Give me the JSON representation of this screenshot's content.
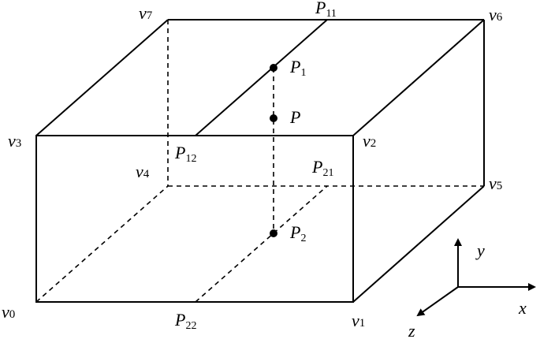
{
  "vertices": {
    "v0": {
      "base": "v",
      "sub": "0"
    },
    "v1": {
      "base": "v",
      "sub": "1"
    },
    "v2": {
      "base": "v",
      "sub": "2"
    },
    "v3": {
      "base": "v",
      "sub": "3"
    },
    "v4": {
      "base": "v",
      "sub": "4"
    },
    "v5": {
      "base": "v",
      "sub": "5"
    },
    "v6": {
      "base": "v",
      "sub": "6"
    },
    "v7": {
      "base": "v",
      "sub": "7"
    }
  },
  "points": {
    "P11": {
      "base": "P",
      "sub": "11"
    },
    "P12": {
      "base": "P",
      "sub": "12"
    },
    "P21": {
      "base": "P",
      "sub": "21"
    },
    "P22": {
      "base": "P",
      "sub": "22"
    },
    "P1": {
      "base": "P",
      "sub": "1"
    },
    "P": {
      "base": "P",
      "sub": ""
    },
    "P2": {
      "base": "P",
      "sub": "2"
    }
  },
  "axes": {
    "x": "x",
    "y": "y",
    "z": "z"
  }
}
